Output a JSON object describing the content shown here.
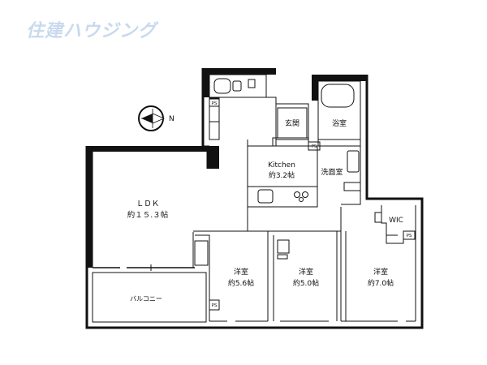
{
  "watermark": "住建ハウジング",
  "compass": {
    "label": "N"
  },
  "rooms": {
    "ldk": {
      "name": "ＬＤＫ",
      "size": "約１５.３帖"
    },
    "kitchen": {
      "name": "Kitchen",
      "size": "約3.2帖"
    },
    "genkan": {
      "name": "玄関"
    },
    "bath": {
      "name": "浴室"
    },
    "washroom": {
      "name": "洗面室"
    },
    "wic": {
      "name": "WIC"
    },
    "western1": {
      "name": "洋室",
      "size": "約5.6帖"
    },
    "western2": {
      "name": "洋室",
      "size": "約5.0帖"
    },
    "western3": {
      "name": "洋室",
      "size": "約7.0帖"
    },
    "balcony": {
      "name": "バルコニー"
    }
  },
  "ps_label": "PS"
}
